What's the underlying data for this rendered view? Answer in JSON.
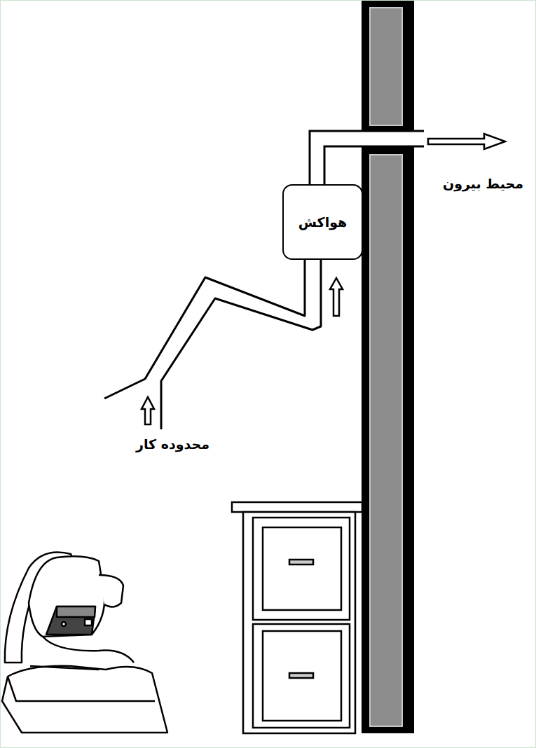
{
  "diagram": {
    "nodes": [
      {
        "text": [
          "هواکش"
        ]
      }
    ],
    "labels": [
      "محیط بیرون",
      "محدوده کار"
    ]
  }
}
